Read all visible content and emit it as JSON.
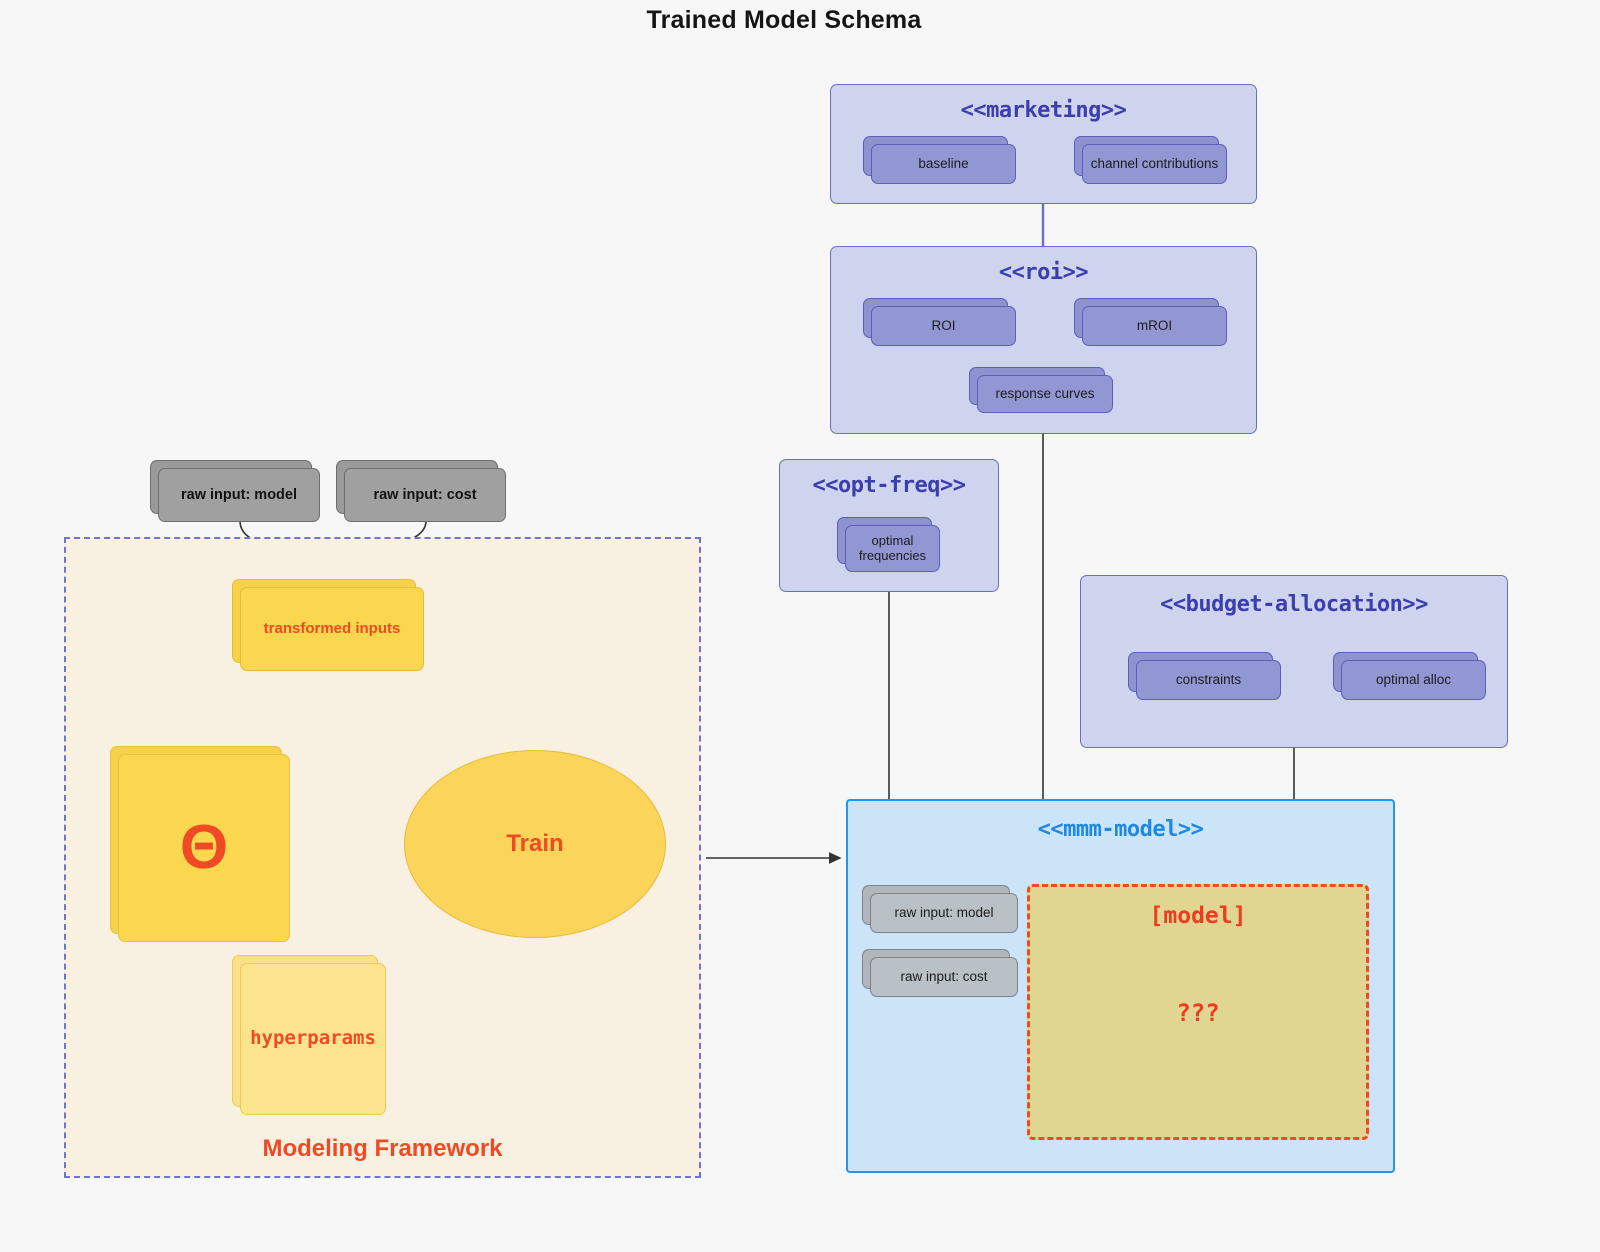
{
  "title": "Trained Model Schema",
  "packages": {
    "marketing": {
      "title": "<<marketing>>",
      "nodes": [
        {
          "label": "baseline"
        },
        {
          "label": "channel contributions"
        }
      ]
    },
    "roi": {
      "title": "<<roi>>",
      "nodes": [
        {
          "label": "ROI"
        },
        {
          "label": "mROI"
        },
        {
          "label": "response curves"
        }
      ]
    },
    "opt_freq": {
      "title": "<<opt-freq>>",
      "nodes": [
        {
          "label": "optimal frequencies"
        }
      ]
    },
    "budget_allocation": {
      "title": "<<budget-allocation>>",
      "nodes": [
        {
          "label": "constraints"
        },
        {
          "label": "optimal alloc"
        }
      ]
    },
    "mmm_model": {
      "title": "<<mmm-model>>",
      "inputs": [
        {
          "label": "raw input: model"
        },
        {
          "label": "raw input: cost"
        }
      ],
      "model_box": {
        "label": "[model]",
        "unknown": "???"
      }
    }
  },
  "modeling_framework": {
    "label": "Modeling Framework",
    "raw_inputs": [
      {
        "label": "raw input: model"
      },
      {
        "label": "raw input: cost"
      }
    ],
    "transformed_inputs": "transformed inputs",
    "theta": "Θ",
    "hyperparams": "hyperparams",
    "train": "Train"
  },
  "colors": {
    "background": "#f7f7f7",
    "package_fill": "#ced3ee",
    "package_border": "#6b6fc4",
    "package_title": "#3b3fad",
    "node_fill": "#9297d3",
    "node_border": "#5a5fbe",
    "gray_fill": "#b9c0c6",
    "gray_border": "#7d8488",
    "amber_fill": "#fbd64f",
    "amber_border": "#e8b93a",
    "accent_red": "#ef4a24",
    "mmm_fill": "#cbe4f7",
    "mmm_border": "#2196f3",
    "mmm_title": "#1e88e5",
    "model_box_fill": "#e1d691",
    "model_box_border": "#f04a23",
    "framework_fill": "#f8f1e1",
    "framework_border": "#6f74cc",
    "connector_gray": "#5a5a5a",
    "connector_purple": "#6b6fc4"
  }
}
